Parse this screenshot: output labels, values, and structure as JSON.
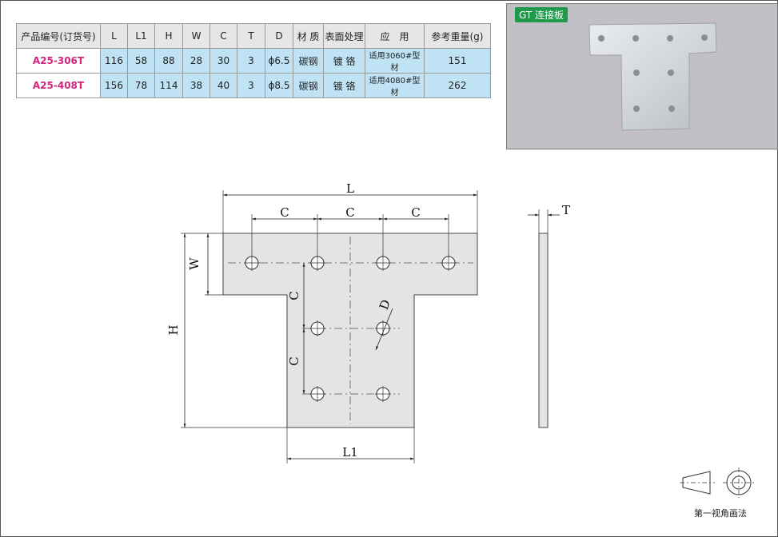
{
  "table": {
    "headers": [
      "产品编号(订货号)",
      "L",
      "L1",
      "H",
      "W",
      "C",
      "T",
      "D",
      "材 质",
      "表面处理",
      "应　用",
      "参考重量(g)"
    ],
    "rows": [
      {
        "model": "A25-306T",
        "L": "116",
        "L1": "58",
        "H": "88",
        "W": "28",
        "C": "30",
        "T": "3",
        "D": "ϕ6.5",
        "material": "碳钢",
        "surface": "镀 铬",
        "application": "适用3060#型材",
        "weight": "151"
      },
      {
        "model": "A25-408T",
        "L": "156",
        "L1": "78",
        "H": "114",
        "W": "38",
        "C": "40",
        "T": "3",
        "D": "ϕ8.5",
        "material": "碳钢",
        "surface": "镀 铬",
        "application": "适用4080#型材",
        "weight": "262"
      }
    ]
  },
  "photo": {
    "label": "GT 连接板"
  },
  "drawing": {
    "dim_L": "L",
    "dim_C": "C",
    "dim_W": "W",
    "dim_H": "H",
    "dim_D": "D",
    "dim_L1": "L1",
    "dim_T": "T"
  },
  "projection": {
    "label": "第一视角画法"
  },
  "colors": {
    "model_text": "#d0267e",
    "value_cell": "#bfe2f5",
    "header_cell": "#e6e6e6",
    "photo_label": "#1f9a4a",
    "plate_fill": "#e4e4e4"
  }
}
